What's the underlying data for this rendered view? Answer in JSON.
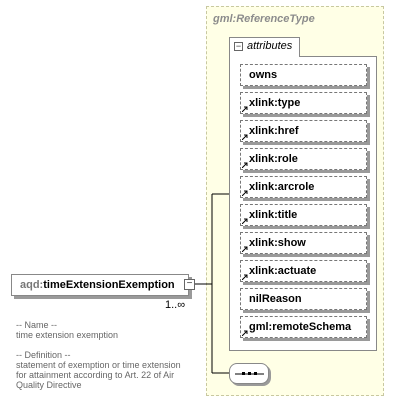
{
  "type": {
    "name": "gml:ReferenceType"
  },
  "attributes_group": {
    "label": "attributes",
    "toggle_symbol": "−",
    "items": [
      {
        "label": "owns",
        "is_reference": false
      },
      {
        "label": "xlink:type",
        "is_reference": true
      },
      {
        "label": "xlink:href",
        "is_reference": true
      },
      {
        "label": "xlink:role",
        "is_reference": true
      },
      {
        "label": "xlink:arcrole",
        "is_reference": true
      },
      {
        "label": "xlink:title",
        "is_reference": true
      },
      {
        "label": "xlink:show",
        "is_reference": true
      },
      {
        "label": "xlink:actuate",
        "is_reference": true
      },
      {
        "label": "nilReason",
        "is_reference": false
      },
      {
        "label": "gml:remoteSchema",
        "is_reference": true
      }
    ]
  },
  "element": {
    "prefix": "aqd:",
    "local_name": "timeExtensionExemption",
    "toggle_symbol": "−",
    "multiplicity": "1..∞"
  },
  "documentation": {
    "name_heading": "-- Name --",
    "name_value": "time extension exemption",
    "definition_heading": "-- Definition --",
    "definition_lines": [
      "statement of exemption or time extension",
      "for attainment according to Art. 22 of Air",
      "Quality Directive"
    ]
  },
  "sequence": {
    "icon": "sequence-compositor-icon"
  }
}
